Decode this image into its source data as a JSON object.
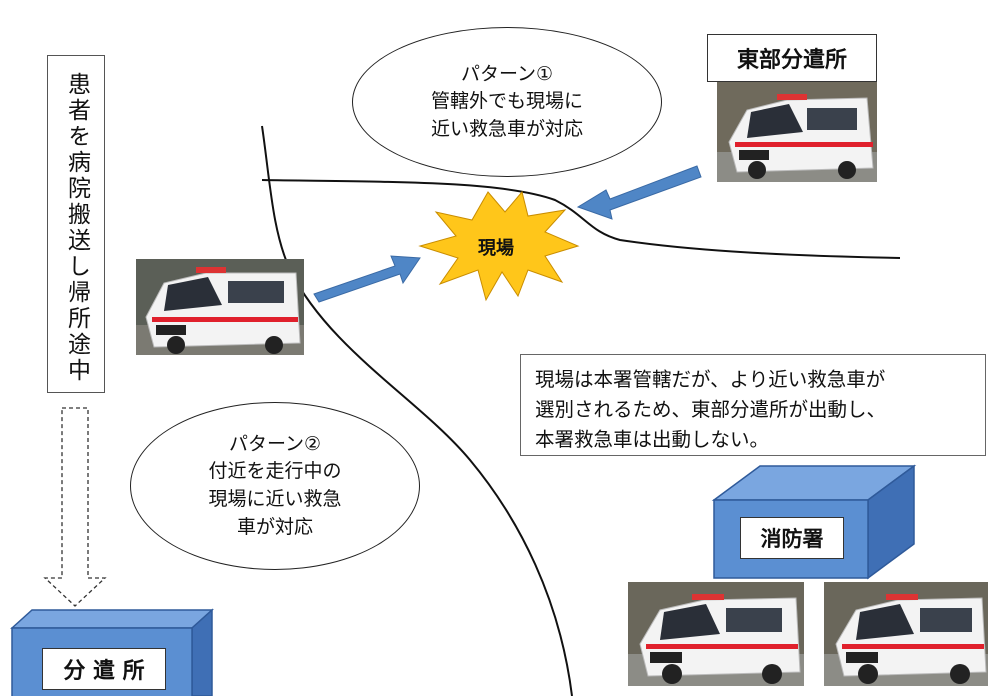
{
  "vertical_note": {
    "text": "患者を病院搬送し帰所途中"
  },
  "pattern1": {
    "line1": "パターン①",
    "line2": "管轄外でも現場に",
    "line3": "近い救急車が対応"
  },
  "pattern2": {
    "line1": "パターン②",
    "line2": "付近を走行中の",
    "line3": "現場に近い救急",
    "line4": "車が対応"
  },
  "east_branch": {
    "label": "東部分遣所"
  },
  "scene": {
    "label": "現場"
  },
  "note": {
    "line1": "現場は本署管轄だが、より近い救急車が",
    "line2": "選別されるため、東部分遣所が出動し、",
    "line3": "本署救急車は出動しない。"
  },
  "fire_station": {
    "label": "消防署"
  },
  "branch_office": {
    "label": "分 遣 所"
  },
  "colors": {
    "arrow_blue": "#4f86c6",
    "box_blue": "#5b8fd2",
    "burst_yellow": "#ffc61a",
    "ambulance_stripe": "#e0202c"
  }
}
